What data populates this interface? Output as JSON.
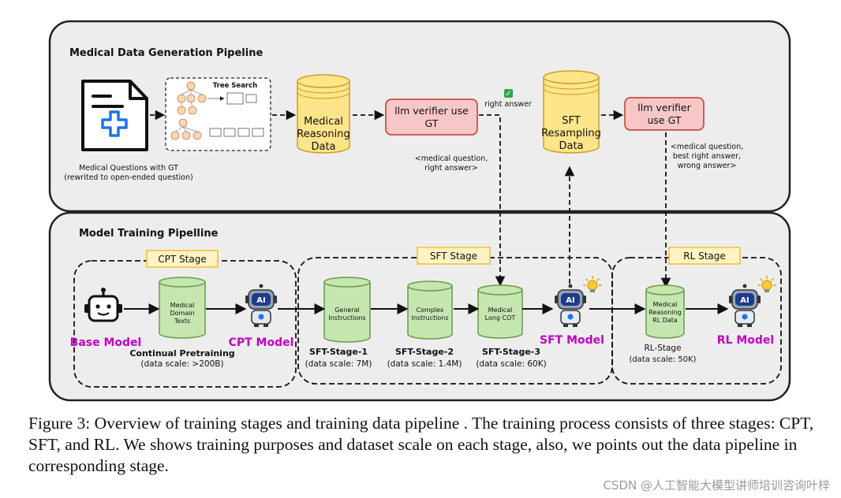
{
  "data_pipeline": {
    "title": "Medical Data Generation Pipeline",
    "questions_label_line1": "Medical Questions with GT",
    "questions_label_line2": "(rewrited to open-ended question)",
    "tree_search_label": "Tree Search",
    "medical_reasoning_data": [
      "Medical",
      "Reasoning",
      "Data"
    ],
    "verifier1": [
      "llm verifier use",
      "GT"
    ],
    "right_answer_label": "right answer",
    "checkmark": "✓",
    "verifier1_output": [
      "<medical question,",
      "right answer>"
    ],
    "sft_resampling_data": [
      "SFT",
      "Resampling",
      "Data"
    ],
    "verifier2": [
      "llm verifier",
      "use GT"
    ],
    "verifier2_output": [
      "<medical question,",
      "best right answer,",
      "wrong answer>"
    ]
  },
  "training_pipeline": {
    "title": "Model Training Pipelline",
    "cpt_stage_label": "CPT Stage",
    "sft_stage_label": "SFT Stage",
    "rl_stage_label": "RL Stage",
    "base_model": "Base Model",
    "cpt_data": [
      "Medical",
      "Domain",
      "Texts"
    ],
    "cpt_desc": [
      "Continual Pretraining",
      "(data scale: >200B)"
    ],
    "cpt_model": "CPT Model",
    "robot_badge": "AI",
    "sft1_data": [
      "General",
      "Instructions"
    ],
    "sft1_desc": [
      "SFT-Stage-1",
      "(data scale: 7M)"
    ],
    "sft2_data": [
      "Complex",
      "Instructions"
    ],
    "sft2_desc": [
      "SFT-Stage-2",
      "(data scale: 1.4M)"
    ],
    "sft3_data": [
      "Medical",
      "Long COT"
    ],
    "sft3_desc": [
      "SFT-Stage-3",
      "(data scale: 60K)"
    ],
    "sft_model": "SFT Model",
    "rl_data": [
      "Medical",
      "Reasoning",
      "RL Data"
    ],
    "rl_desc": [
      "RL-Stage",
      "(data scale: 50K)"
    ],
    "rl_model": "RL Model"
  },
  "caption": "Figure 3: Overview of training stages and training data pipeline . The training process consists of three stages: CPT, SFT, and RL. We shows training purposes and dataset scale on each stage, also, we points out the data pipeline in corresponding stage.",
  "watermark": "CSDN @人工智能大模型讲师培训咨询叶梓",
  "colors": {
    "panel_bg": "#ededed",
    "yellow_db": "#ffe58a",
    "green_db": "#c6e6b0",
    "verifier_fill": "#f7c7c7",
    "verifier_stroke": "#c0392b",
    "stage_label_fill": "#fff3c4",
    "stage_label_stroke": "#f0c030",
    "magenta": "#c000c0",
    "icon_blue": "#1e73e8"
  }
}
